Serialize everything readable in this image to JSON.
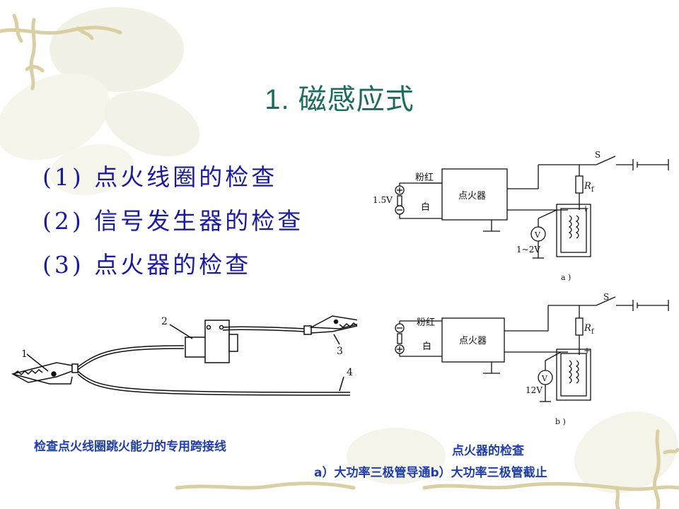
{
  "title": "1. 磁感应式",
  "list_items": [
    "(1) 点火线圈的检查",
    "(2) 信号发生器的检查",
    "(3) 点火器的检查"
  ],
  "figure_left": {
    "caption": "检查点火线圈跳火能力的专用跨接线",
    "labels": [
      "1",
      "2",
      "3",
      "4"
    ]
  },
  "figure_right": {
    "caption_title": "点火器的检查",
    "caption_a_marker": "a",
    "caption_a_text": "）大功率三极管导通",
    "caption_b_marker": "b",
    "caption_b_text": "）大功率三极管截止",
    "circuit_a": {
      "label_pink": "粉红",
      "label_white": "白",
      "voltage_in": "1.5V",
      "box_label": "点火器",
      "switch": "S",
      "resistor": "R",
      "resistor_sub": "f",
      "plus": "+",
      "meter": "V",
      "meter_reading": "1~2V",
      "caption": "a )"
    },
    "circuit_b": {
      "label_pink": "粉红",
      "label_white": "白",
      "box_label": "点火器",
      "switch": "S",
      "resistor": "R",
      "resistor_sub": "f",
      "plus": "+",
      "meter": "V",
      "meter_reading": "12V",
      "caption": "b )"
    }
  },
  "colors": {
    "title": "#1c6b5e",
    "list_text": "#1a1a9e",
    "caption": "#1f3ea8",
    "vine": "#d9cfa3"
  }
}
